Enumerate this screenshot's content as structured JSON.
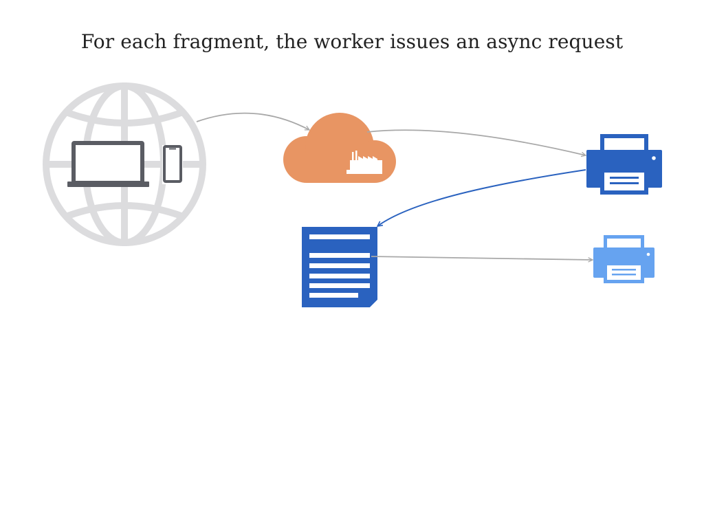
{
  "slide": {
    "title": "For each fragment, the worker issues an async request"
  },
  "nodes": [
    {
      "id": "internet-devices",
      "icon": "globe-with-laptop-and-phone-icon"
    },
    {
      "id": "cloud-factory",
      "icon": "cloud-factory-icon"
    },
    {
      "id": "printer-primary",
      "icon": "printer-icon"
    },
    {
      "id": "document-fragment",
      "icon": "document-icon"
    },
    {
      "id": "printer-secondary",
      "icon": "printer-icon"
    }
  ],
  "edges": [
    {
      "from": "internet-devices",
      "to": "cloud-factory"
    },
    {
      "from": "cloud-factory",
      "to": "printer-primary"
    },
    {
      "from": "printer-primary",
      "to": "document-fragment"
    },
    {
      "from": "document-fragment",
      "to": "printer-secondary"
    }
  ],
  "colors": {
    "globe": "#dcdcde",
    "device": "#5a5c63",
    "cloud": "#e89563",
    "primary_blue": "#2a62bf",
    "light_blue": "#66a3f0",
    "gray_arrow": "#a8a8a8",
    "blue_arrow": "#2a62bf"
  }
}
